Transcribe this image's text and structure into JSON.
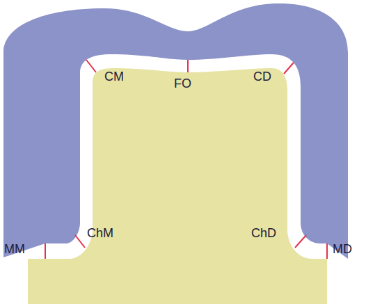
{
  "diagram": {
    "labels": [
      "CM",
      "FO",
      "CD",
      "MM",
      "ChM",
      "ChD",
      "MD"
    ]
  }
}
